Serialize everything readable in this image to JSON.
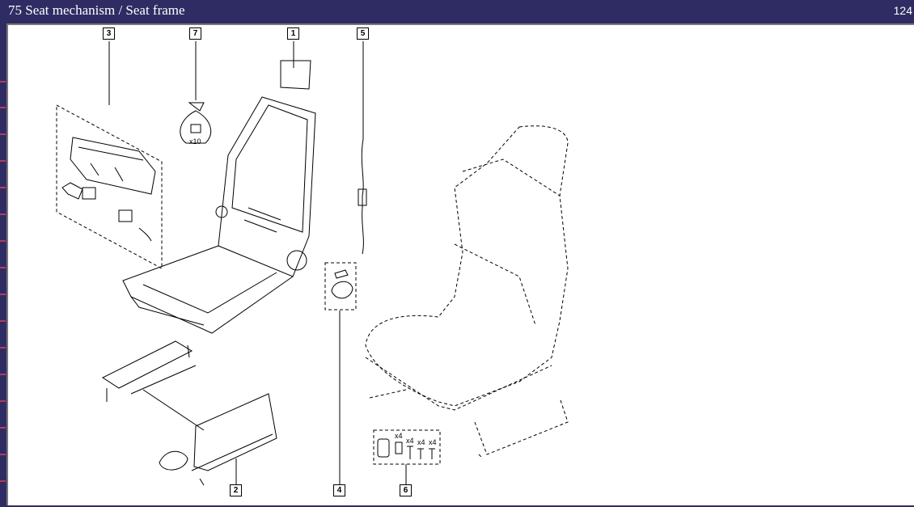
{
  "header": {
    "title": "75 Seat mechanism / Seat frame",
    "page_number": "124"
  },
  "callouts": [
    "3",
    "7",
    "1",
    "5",
    "2",
    "4",
    "6"
  ],
  "quantities": {
    "clips": "x10",
    "fasteners": [
      "x4",
      "x4",
      "x4",
      "x4"
    ]
  },
  "colors": {
    "titlebar": "#2f2c63",
    "page": "#ffffff",
    "tick": "#b0405a"
  }
}
